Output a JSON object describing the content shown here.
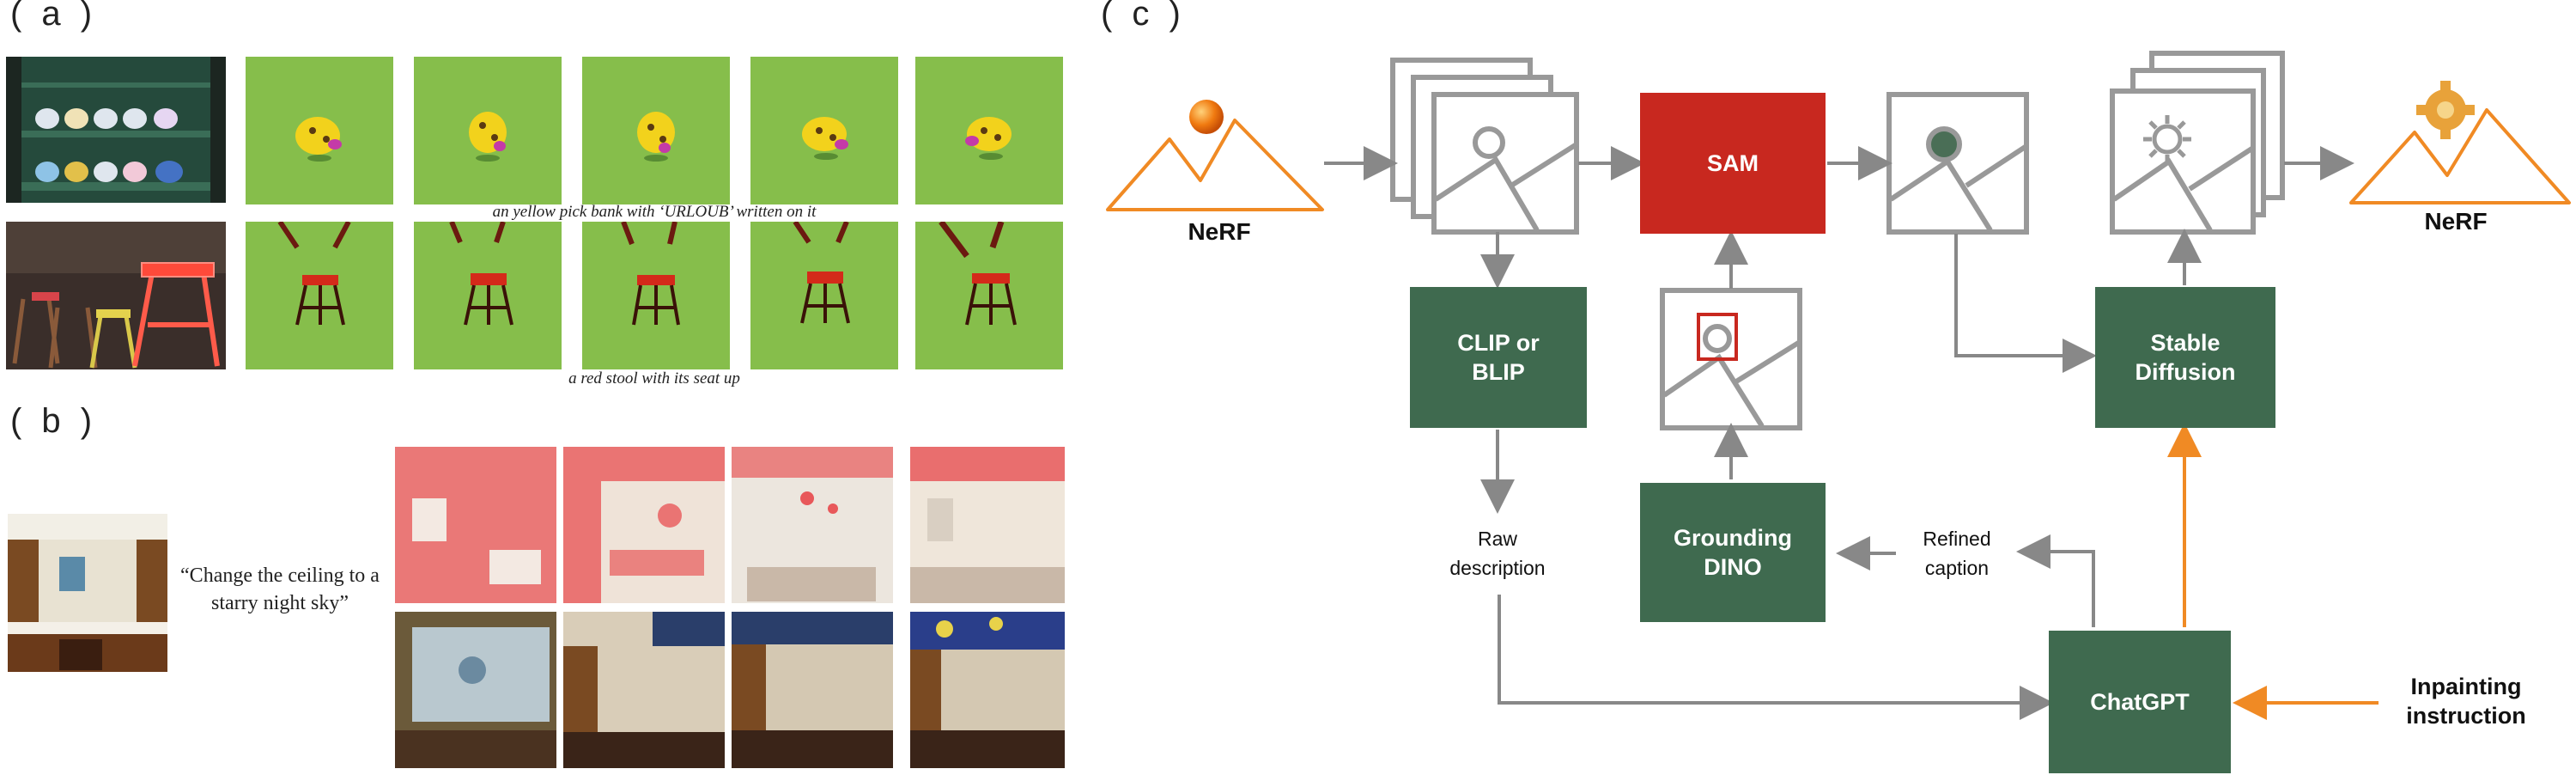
{
  "panel_a": {
    "label": "( a )",
    "caption_top": "an yellow pick bank with ‘URLOUB’ written on it",
    "caption_bottom": "a red stool with its seat up"
  },
  "panel_b": {
    "label": "( b )",
    "instruction": "“Change the ceiling to a starry night sky”"
  },
  "panel_c": {
    "label": "( c )",
    "nerf_input_label": "NeRF",
    "nerf_output_label": "NeRF",
    "sam_label": "SAM",
    "clip_label": "CLIP or BLIP",
    "grounding_label": "Grounding DINO",
    "stable_diffusion_label": "Stable Diffusion",
    "chatgpt_label": "ChatGPT",
    "raw_description": "Raw description",
    "refined_caption": "Refined caption",
    "inpainting_instruction": "Inpainting instruction"
  },
  "colors": {
    "sam_red": "#C8281F",
    "module_green": "#3F6A4F",
    "nerf_orange": "#F08A24",
    "arrow_gray": "#888888",
    "tile_green": "#86BE4B",
    "mask_red": "#E8585A"
  }
}
